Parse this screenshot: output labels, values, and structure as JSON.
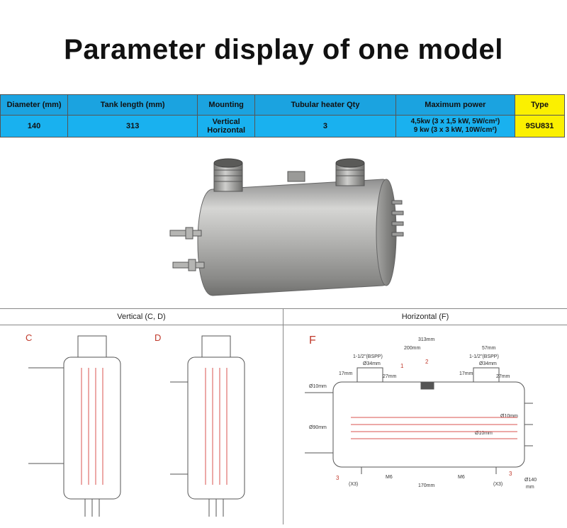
{
  "title": "Parameter display of one model",
  "table": {
    "headers": {
      "diameter": "Diameter (mm)",
      "tank_length": "Tank length (mm)",
      "mounting": "Mounting",
      "heater_qty": "Tubular heater Qty",
      "max_power": "Maximum power",
      "type": "Type"
    },
    "row": {
      "diameter": "140",
      "tank_length": "313",
      "mounting_1": "Vertical",
      "mounting_2": "Horizontal",
      "heater_qty": "3",
      "power_1": "4,5kw (3 x 1,5 kW, 5W/cm²)",
      "power_2": "9 kw (3 x 3 kW, 10W/cm²)",
      "type": "9SU831"
    }
  },
  "drawings": {
    "vertical_header": "Vertical (C, D)",
    "horizontal_header": "Horizontal  (F)",
    "c_letter": "C",
    "d_letter": "D",
    "f_letter": "F",
    "f_dims": {
      "overall": "313mm",
      "inner": "200mm",
      "right": "57mm",
      "thread_left": "1-1/2\"(BSPP)",
      "thread_right": "1-1/2\"(BSPP)",
      "port_left": "Ø34mm",
      "port_right": "Ø34mm",
      "left17": "17mm",
      "left27": "27mm",
      "right17": "17mm",
      "right27": "27mm",
      "d10": "Ø10mm",
      "d90": "Ø90mm",
      "d10b": "Ø10mm",
      "d10c": "Ø10mm",
      "m6a": "M6",
      "m6b": "M6",
      "base": "170mm",
      "x3a": "(X3)",
      "x3b": "(X3)",
      "d140": "Ø140",
      "mm": "mm",
      "n1": "1",
      "n2": "2",
      "n3a": "3",
      "n3b": "3"
    }
  }
}
